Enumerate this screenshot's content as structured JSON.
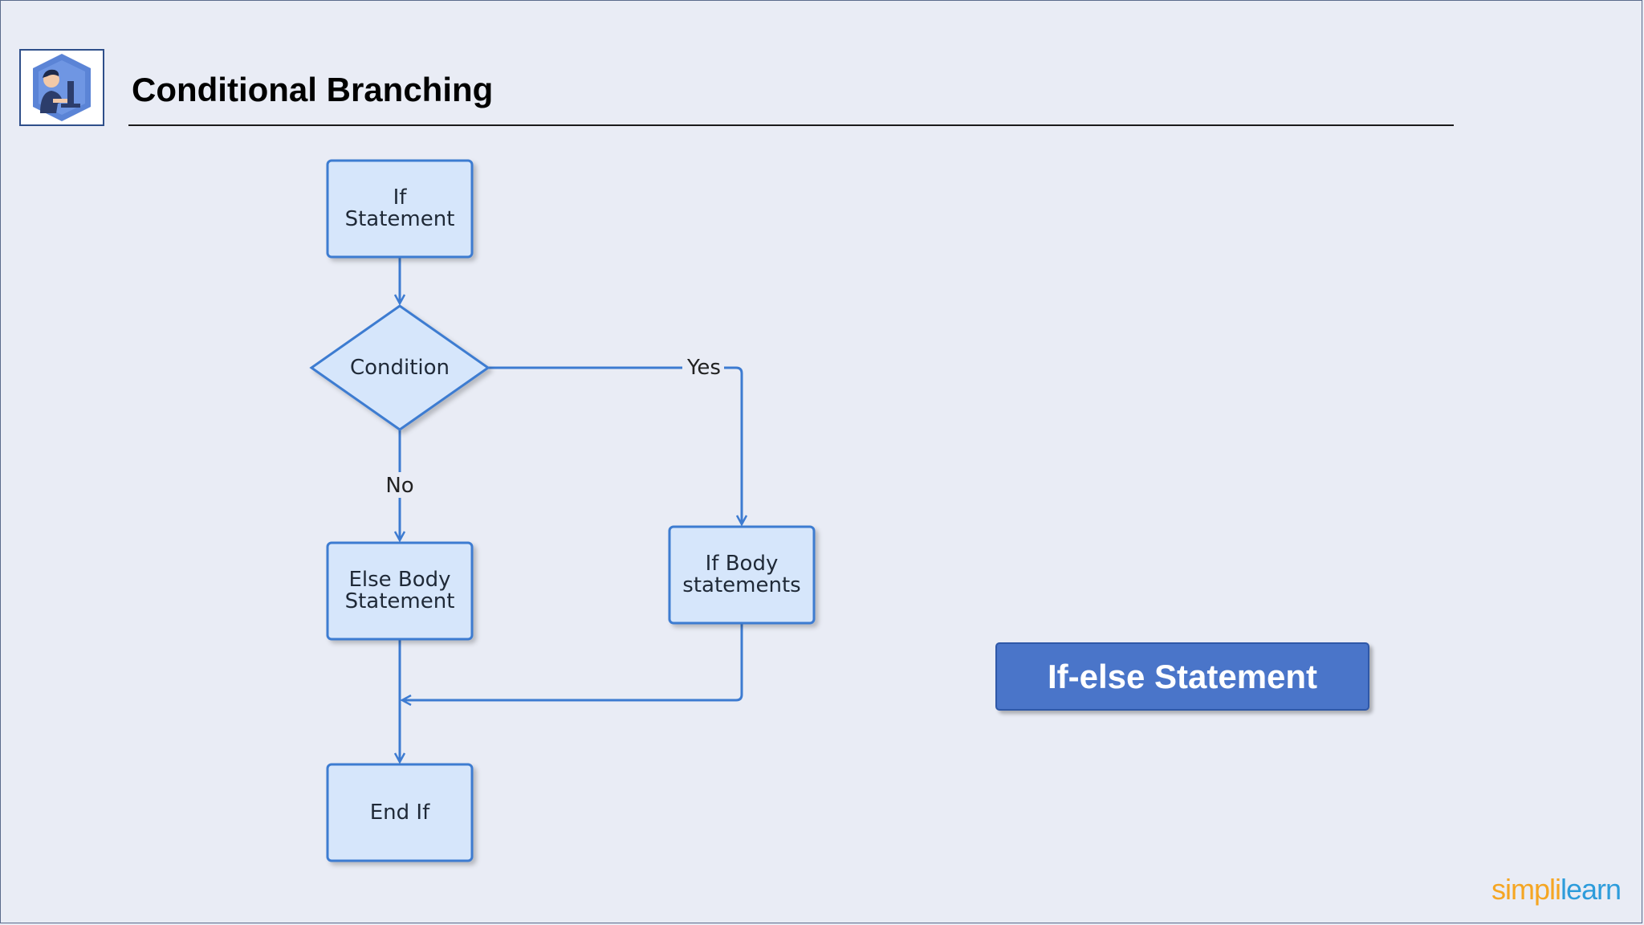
{
  "slide": {
    "title": "Conditional Branching",
    "badge": "If-else Statement",
    "brand": {
      "part1": "simpl",
      "separator": "i",
      "part2": "learn"
    }
  },
  "flowchart": {
    "nodes": {
      "if_statement": [
        "If",
        "Statement"
      ],
      "condition": [
        "Condition"
      ],
      "else_body": [
        "Else Body",
        "Statement"
      ],
      "if_body": [
        "If Body",
        "statements"
      ],
      "end_if": [
        "End If"
      ]
    },
    "edges": {
      "yes": "Yes",
      "no": "No"
    }
  },
  "colors": {
    "node_fill": "#d6e6fb",
    "node_stroke": "#3d7bd1",
    "edge": "#3d7bd1",
    "badge": "#4a75c9",
    "brand_orange": "#f5a623",
    "brand_blue": "#2d9cdb"
  },
  "icons": [
    "developer-avatar-icon"
  ]
}
